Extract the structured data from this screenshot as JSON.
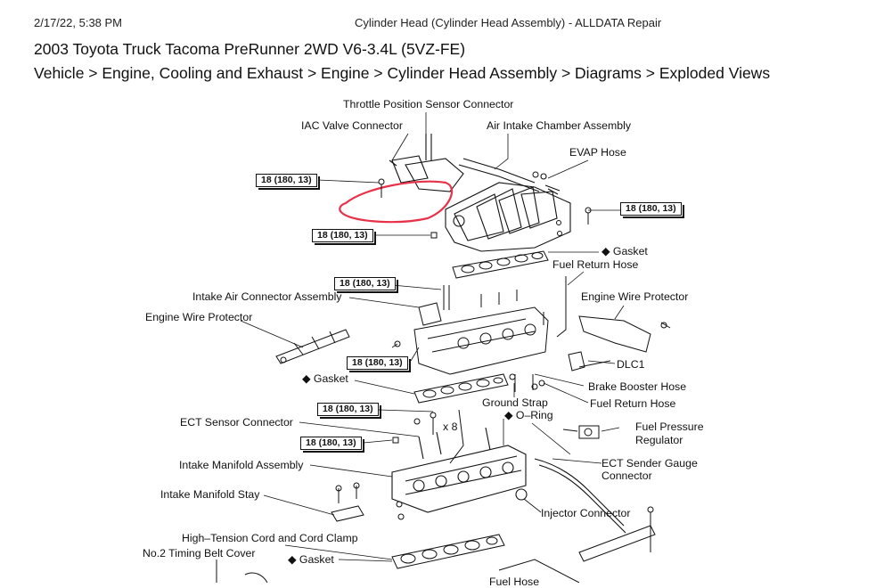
{
  "header": {
    "datetime": "2/17/22, 5:38 PM",
    "doc_title": "Cylinder Head (Cylinder Head Assembly) - ALLDATA Repair"
  },
  "vehicle": "2003 Toyota Truck Tacoma PreRunner 2WD V6-3.4L (5VZ-FE)",
  "breadcrumb": "Vehicle > Engine, Cooling and Exhaust > Engine > Cylinder Head Assembly > Diagrams > Exploded Views",
  "labels": {
    "tps_connector": "Throttle Position Sensor Connector",
    "iac_connector": "IAC Valve Connector",
    "air_intake_chamber": "Air Intake Chamber Assembly",
    "evap_hose": "EVAP Hose",
    "gasket_1": "◆ Gasket",
    "fuel_return_hose_1": "Fuel Return Hose",
    "intake_air_connector": "Intake Air Connector Assembly",
    "engine_wire_protector_l": "Engine Wire Protector",
    "engine_wire_protector_r": "Engine Wire Protector",
    "dlc1": "DLC1",
    "gasket_2": "◆ Gasket",
    "brake_booster_hose": "Brake Booster Hose",
    "ground_strap": "Ground Strap",
    "fuel_return_hose_2": "Fuel Return Hose",
    "o_ring": "◆ O–Ring",
    "ect_sensor_connector": "ECT Sensor Connector",
    "x8": "x 8",
    "fuel_pressure_regulator_1": "Fuel Pressure",
    "fuel_pressure_regulator_2": "Regulator",
    "intake_manifold_assembly": "Intake Manifold Assembly",
    "ect_sender_1": "ECT Sender Gauge",
    "ect_sender_2": "Connector",
    "intake_manifold_stay": "Intake Manifold Stay",
    "injector_connector": "Injector Connector",
    "high_tension_cord": "High–Tension Cord and Cord Clamp",
    "timing_belt_cover": "No.2 Timing Belt Cover",
    "gasket_3": "◆ Gasket",
    "fuel_hose": "Fuel Hose"
  },
  "torques": {
    "t1": "18 (180, 13)",
    "t2": "18 (180, 13)",
    "t3": "18 (180, 13)",
    "t4": "18 (180, 13)",
    "t5": "18 (180, 13)",
    "t6": "18 (180, 13)",
    "t7": "18 (180, 13)"
  },
  "colors": {
    "highlight": "#e8324a",
    "ink": "#111111"
  }
}
